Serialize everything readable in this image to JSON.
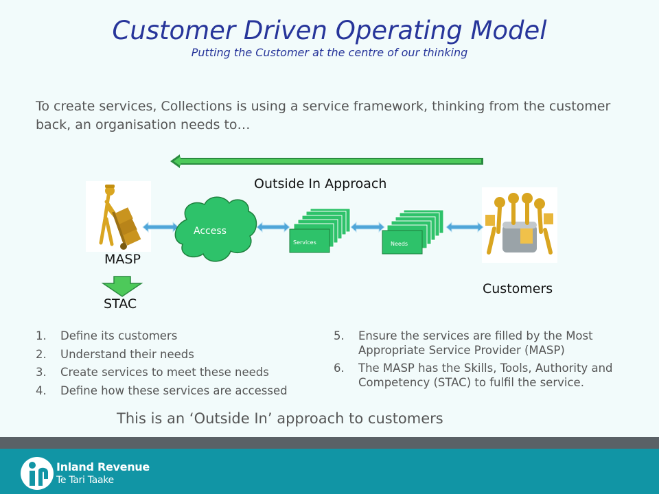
{
  "title": "Customer Driven Operating Model",
  "subtitle": "Putting the Customer at the centre of our thinking",
  "intro": "To create services, Collections is using a service framework, thinking from the customer back, an organisation needs to…",
  "diagram": {
    "approach_label": "Outside In Approach",
    "access_label": "Access",
    "services_label": "Services",
    "needs_label": "Needs",
    "masp_label": "MASP",
    "stac_label": "STAC",
    "customers_label": "Customers",
    "colors": {
      "green": "#2ec26a",
      "dark_green": "#1d7f3c",
      "connector": "#4fa5d8",
      "arrow_border": "#2a8a3f",
      "arrow_fill": "#4dc95a"
    }
  },
  "steps_left": [
    {
      "num": "1.",
      "text": "Define its customers"
    },
    {
      "num": "2.",
      "text": "Understand their needs"
    },
    {
      "num": "3.",
      "text": "Create services to meet these needs"
    },
    {
      "num": "4.",
      "text": "Define how these services are accessed"
    }
  ],
  "steps_right": [
    {
      "num": "5.",
      "text": "Ensure the services are filled by the Most Appropriate Service Provider (MASP)"
    },
    {
      "num": "6.",
      "text": "The MASP has the Skills, Tools, Authority and Competency (STAC) to fulfil the service."
    }
  ],
  "tagline": "This is an ‘Outside In’ approach to customers",
  "footer": {
    "org_name": "Inland Revenue",
    "org_name_maori": "Te Tari Taake",
    "colors": {
      "grey_band": "#5a6166",
      "teal_band": "#1195a5"
    }
  }
}
